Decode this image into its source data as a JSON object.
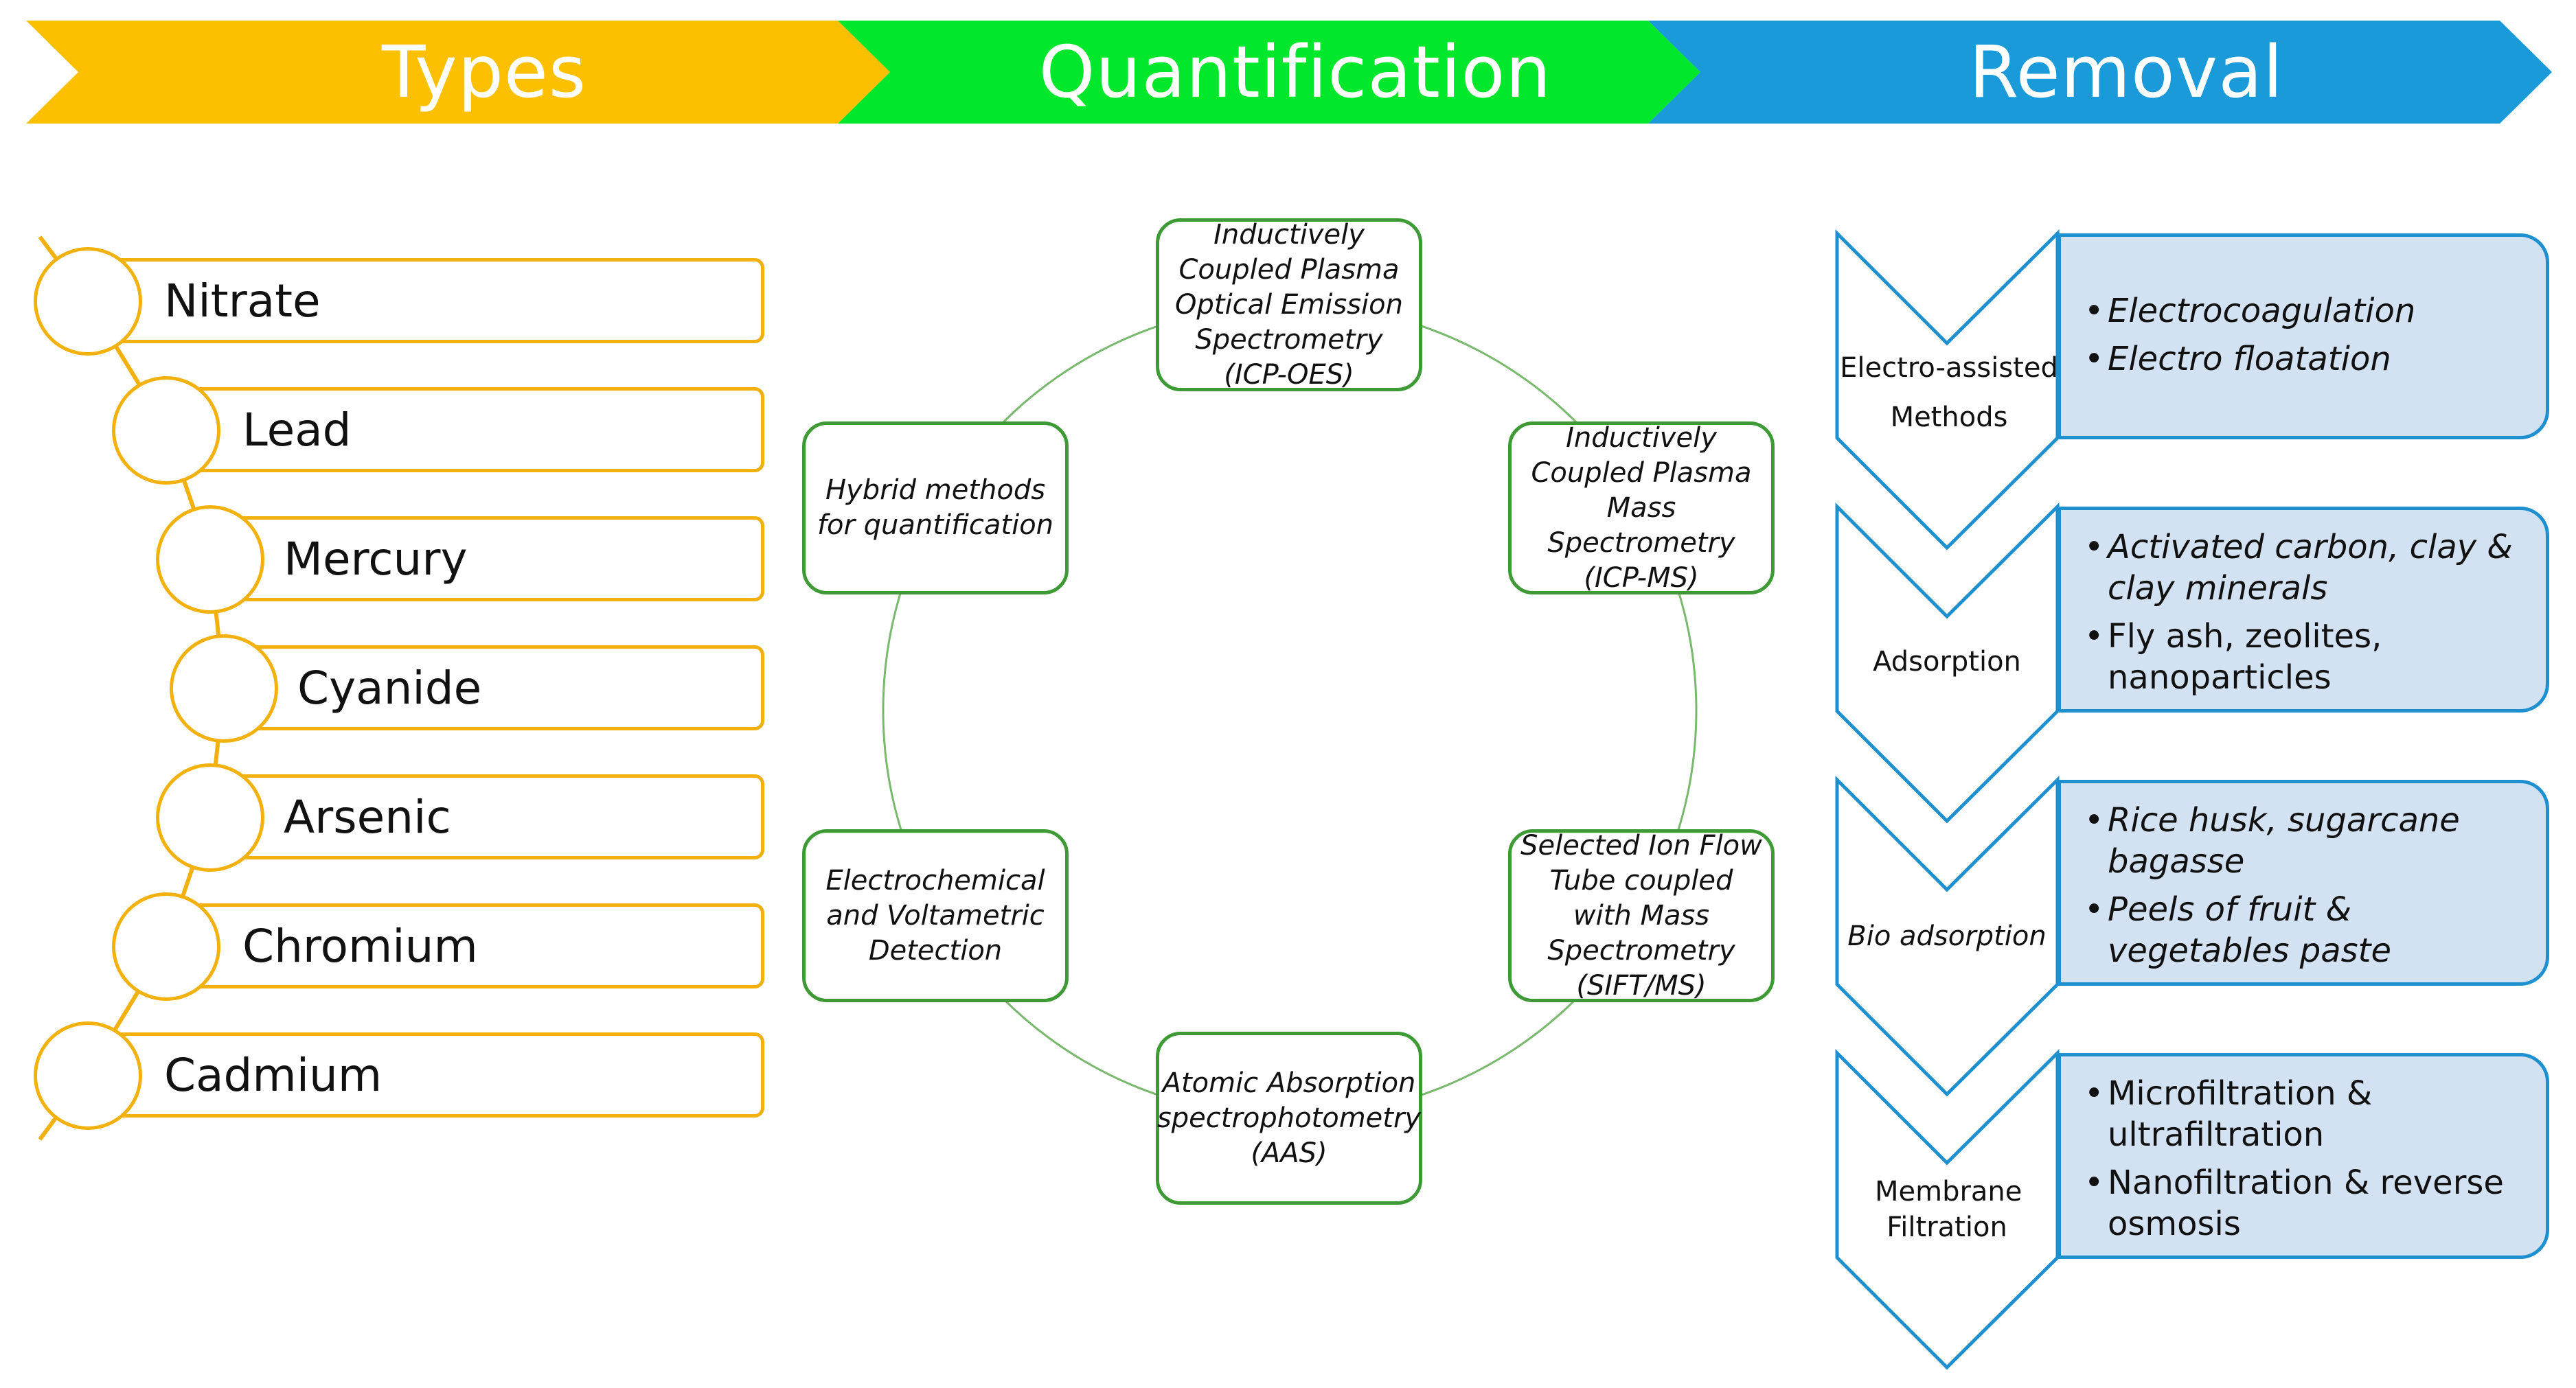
{
  "header": {
    "types_label": "Types",
    "quant_label": "Quantification",
    "removal_label": "Removal",
    "colors": {
      "types": "#fcc000",
      "quantification": "#00e72c",
      "removal": "#1a9ad8"
    }
  },
  "types": {
    "items": [
      "Nitrate",
      "Lead",
      "Mercury",
      "Cyanide",
      "Arsenic",
      "Chromium",
      "Cadmium"
    ],
    "color": "#f2b10c"
  },
  "quantification": {
    "methods": [
      "Inductively Coupled Plasma Optical Emission Spectrometry (ICP-OES)",
      "Inductively Coupled Plasma Mass Spectrometry (ICP-MS)",
      "Selected Ion Flow Tube coupled with Mass Spectrometry (SIFT/MS)",
      "Atomic Absorption spectrophotometry (AAS)",
      "Electrochemical and Voltametric Detection",
      "Hybrid methods for quantification"
    ],
    "color": "#3d9a35"
  },
  "removal": {
    "methods": [
      {
        "label": "Electro-assisted Methods",
        "items": [
          "Electrocoagulation",
          "Electro floatation"
        ]
      },
      {
        "label": "Adsorption",
        "items": [
          "Activated carbon, clay & clay minerals",
          "Fly ash, zeolites, nanoparticles"
        ]
      },
      {
        "label": "Bio adsorption",
        "items": [
          "Rice husk, sugarcane bagasse",
          "Peels of fruit & vegetables paste"
        ]
      },
      {
        "label": "Membrane Filtration",
        "items": [
          "Microfiltration & ultrafiltration",
          "Nanofiltration & reverse osmosis"
        ]
      }
    ],
    "color": "#1e90d0",
    "fill": "#d3e2f2"
  }
}
